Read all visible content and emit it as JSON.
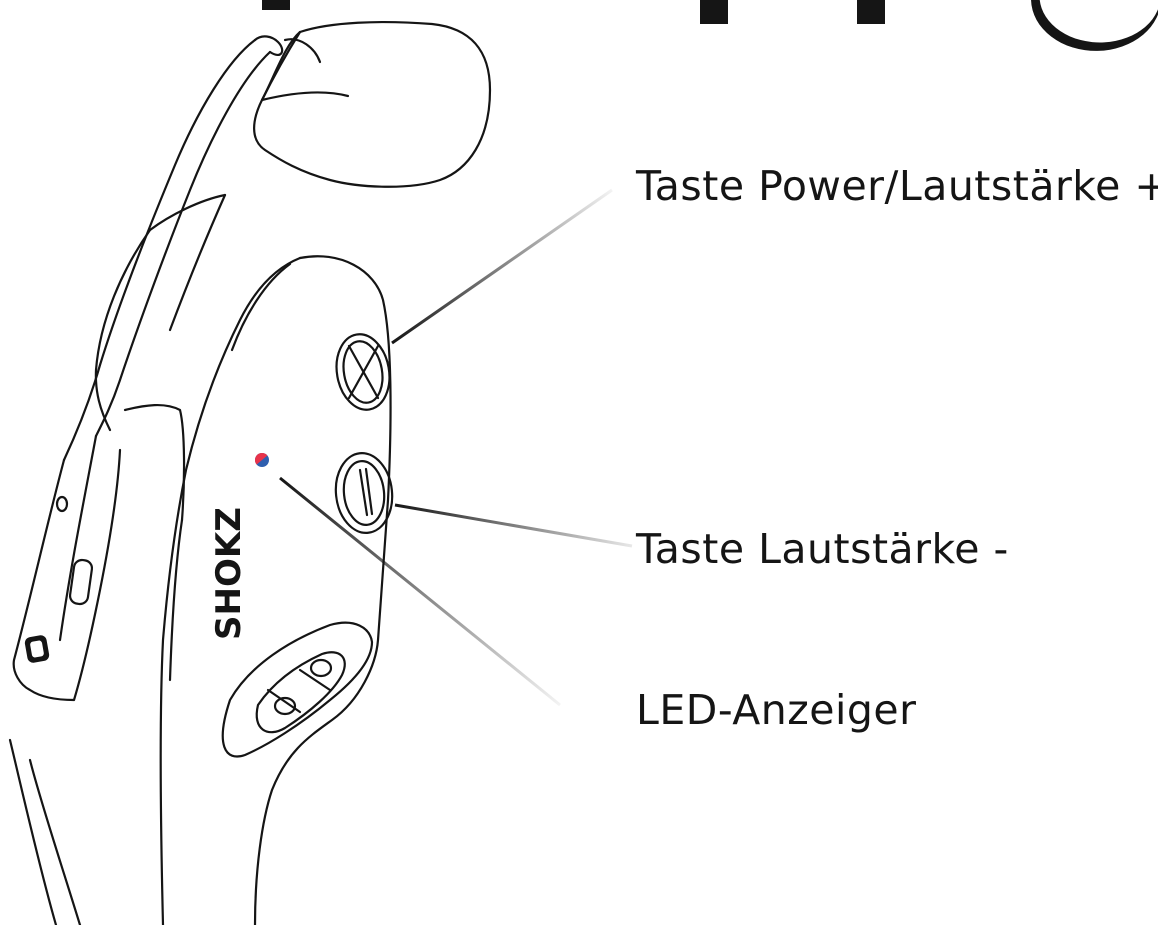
{
  "callouts": {
    "power_volume_up": "Taste Power/Lautstärke +",
    "volume_down": "Taste Lautstärke -",
    "led": "LED-Anzeiger"
  },
  "brand_logo": "SHOKZ",
  "colors": {
    "line": "#111111",
    "background": "#ffffff",
    "led_red": "#e8334a",
    "led_blue": "#2f5fae"
  },
  "icons": [
    "plus-button-icon",
    "minus-button-icon",
    "led-indicator-icon",
    "multifunction-button-icon"
  ]
}
